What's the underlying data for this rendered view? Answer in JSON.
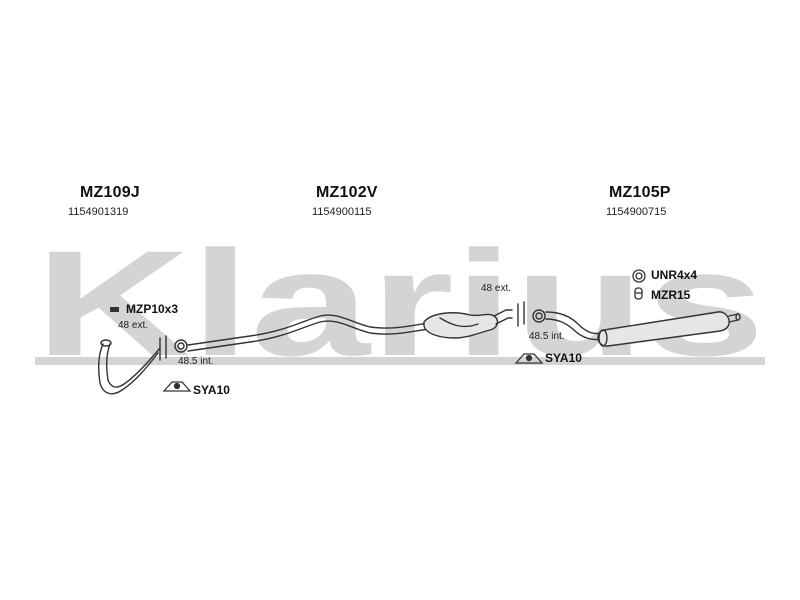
{
  "watermark": {
    "text": "Klarius",
    "color": "#d4d4d4"
  },
  "sections": [
    {
      "code": "MZ109J",
      "number": "1154901319"
    },
    {
      "code": "MZ102V",
      "number": "1154900115"
    },
    {
      "code": "MZ105P",
      "number": "1154900715"
    }
  ],
  "annotations": {
    "ext_left": "48 ext.",
    "int_left": "48.5 int.",
    "ext_mid": "48 ext.",
    "int_mid": "48.5 int."
  },
  "parts": {
    "clamp_left": "MZP10x3",
    "hanger_left": "SYA10",
    "hanger_mid": "SYA10",
    "ring": "UNR4x4",
    "rubber": "MZR15"
  },
  "colors": {
    "line": "#333333",
    "pipe_fill": "#ffffff",
    "muffler_fill": "#e6e6e6"
  }
}
